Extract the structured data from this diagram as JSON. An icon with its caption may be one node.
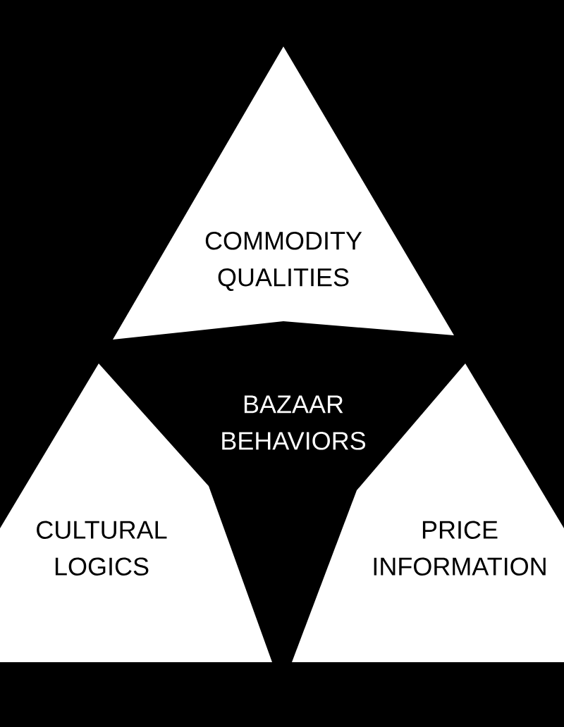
{
  "diagram": {
    "nodes": [
      {
        "text": [
          "COMMODITY QUALITIES"
        ]
      },
      {
        "text": [
          "CULTURAL LOGICS"
        ]
      },
      {
        "text": [
          "PRICE INFORMATION"
        ]
      }
    ],
    "labels": [
      "BAZAAR BEHAVIORS"
    ]
  }
}
